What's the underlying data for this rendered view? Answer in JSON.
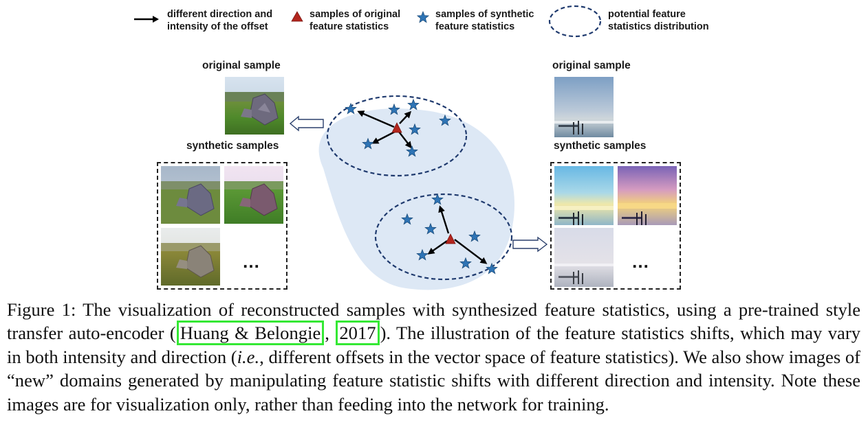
{
  "legend": {
    "offset": "different direction and\nintensity of the offset",
    "original": "samples of original\nfeature statistics",
    "synthetic": "samples of synthetic\nfeature statistics",
    "distribution": "potential feature\nstatistics distribution"
  },
  "left_panel": {
    "original_label": "original sample",
    "synthetic_label": "synthetic samples",
    "ellipsis": "…"
  },
  "right_panel": {
    "original_label": "original sample",
    "synthetic_label": "synthetic samples",
    "ellipsis": "…"
  },
  "colors": {
    "arrow": "#000000",
    "triangle": "#b3261e",
    "star": "#2e74b5",
    "ellipse": "#1f3a6e",
    "distribution_fill": "#dde8f5"
  },
  "caption": {
    "prefix": "Figure 1: The visualization of reconstructed samples with synthesized feature statistics, using a pre-trained style transfer auto-encoder (",
    "cite_authors": "Huang & Belongie",
    "cite_sep": ", ",
    "cite_year": "2017",
    "mid1": "). The illustration of the feature statistics shifts, which may vary in both intensity and direction (",
    "ie": "i.e.",
    "rest": ", different offsets in the vector space of feature statistics). We also show images of “new” domains generated by manipulating feature statistic shifts with different direction and intensity. Note these images are for visualization only, rather than feeding into the network for training."
  }
}
